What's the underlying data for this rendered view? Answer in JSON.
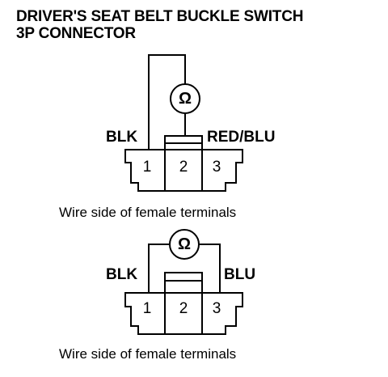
{
  "title": {
    "line1": "DRIVER'S SEAT BELT BUCKLE SWITCH",
    "line2": "3P CONNECTOR"
  },
  "diagram_top": {
    "left_wire": "BLK",
    "right_wire": "RED/BLU",
    "meter_symbol": "Ω",
    "terminals": [
      "1",
      "2",
      "3"
    ],
    "caption": "Wire side of female terminals"
  },
  "diagram_bottom": {
    "left_wire": "BLK",
    "right_wire": "BLU",
    "meter_symbol": "Ω",
    "terminals": [
      "1",
      "2",
      "3"
    ],
    "caption": "Wire side of female terminals"
  }
}
